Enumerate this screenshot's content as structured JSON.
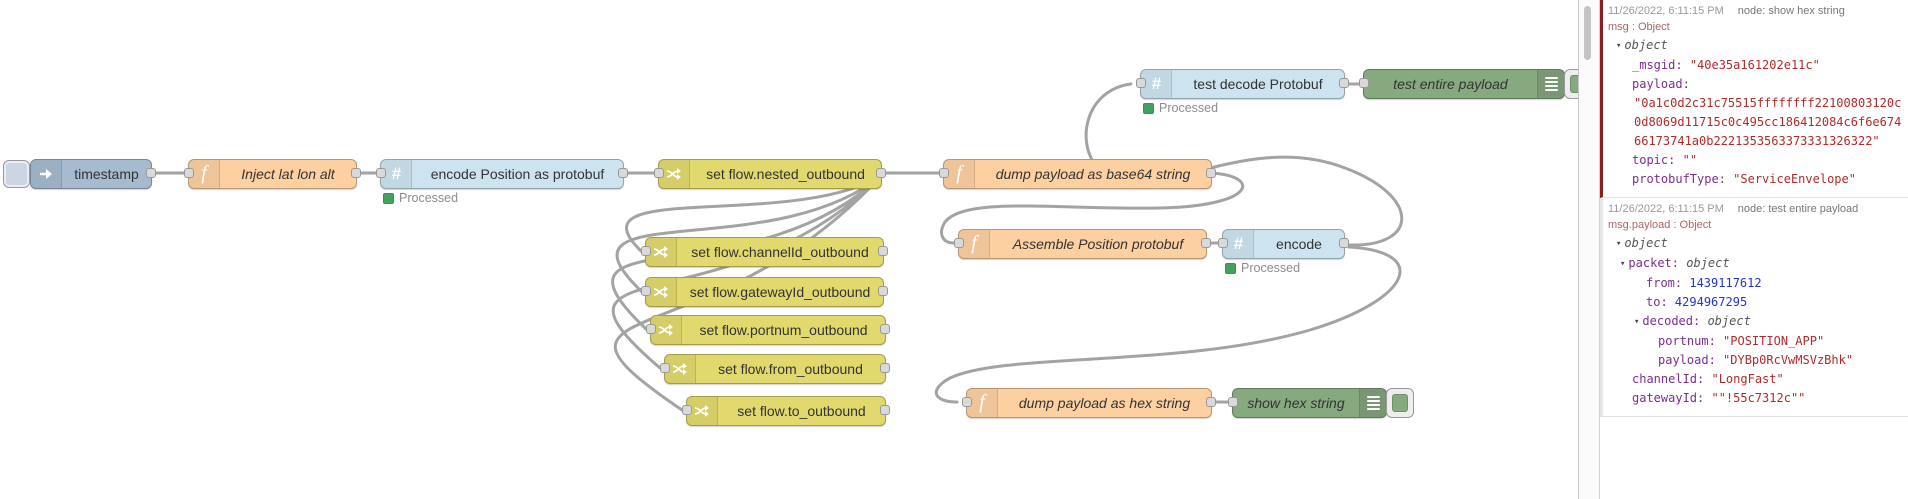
{
  "app": "Node-RED flow editor with debug sidebar",
  "palette_colors": {
    "inject": "#a6bbcf",
    "function": "#fdd0a2",
    "protobuf": "#cde4f0",
    "change": "#e2d96e",
    "debug": "#87a980",
    "status_green": "#44a05f",
    "wire": "#a3a3a3",
    "debug_key": "#792e90",
    "debug_string": "#b72828",
    "debug_number": "#2033d6"
  },
  "canvas": {
    "nodes": [
      {
        "label": "timestamp",
        "type": "inject",
        "icon": "inject-arrow-icon"
      },
      {
        "label": "Inject lat lon alt",
        "type": "function",
        "icon": "function-icon"
      },
      {
        "label": "encode Position as protobuf",
        "type": "protobuf",
        "icon": "hash-icon",
        "status": "Processed"
      },
      {
        "label": "set flow.nested_outbound",
        "type": "change",
        "icon": "shuffle-icon"
      },
      {
        "label": "dump payload as base64 string",
        "type": "function",
        "icon": "function-icon"
      },
      {
        "label": "test decode Protobuf",
        "type": "protobuf",
        "icon": "hash-icon",
        "status": "Processed"
      },
      {
        "label": "test entire payload",
        "type": "debug",
        "icon": "list-icon"
      },
      {
        "label": "Assemble Position protobuf",
        "type": "function",
        "icon": "function-icon"
      },
      {
        "label": "encode",
        "type": "protobuf",
        "icon": "hash-icon",
        "status": "Processed"
      },
      {
        "label": "set flow.channelId_outbound",
        "type": "change",
        "icon": "shuffle-icon"
      },
      {
        "label": "set flow.gatewayId_outbound",
        "type": "change",
        "icon": "shuffle-icon"
      },
      {
        "label": "set flow.portnum_outbound",
        "type": "change",
        "icon": "shuffle-icon"
      },
      {
        "label": "set flow.from_outbound",
        "type": "change",
        "icon": "shuffle-icon"
      },
      {
        "label": "set flow.to_outbound",
        "type": "change",
        "icon": "shuffle-icon"
      },
      {
        "label": "dump payload as hex string",
        "type": "function",
        "icon": "function-icon"
      },
      {
        "label": "show hex string",
        "type": "debug",
        "icon": "list-icon"
      }
    ]
  },
  "debug_panel": {
    "messages": [
      {
        "time": "11/26/2022, 6:11:15 PM",
        "source": "node: show hex string",
        "path": "msg : Object",
        "rows": [
          {
            "expander": "▾",
            "object": "object"
          },
          {
            "key": "_msgid:",
            "string": "\"40e35a161202e11c\""
          },
          {
            "key": "payload:"
          },
          {
            "string": "\"0a1c0d2c31c75515ffffffff22100803120c"
          },
          {
            "string": "0d8069d11715c0c495cc186412084c6f6e674"
          },
          {
            "string": "66173741a0b2221353563373331326322\""
          },
          {
            "key": "topic:",
            "string": "\"\""
          },
          {
            "key": "protobufType:",
            "string": "\"ServiceEnvelope\""
          }
        ]
      },
      {
        "time": "11/26/2022, 6:11:15 PM",
        "source": "node: test entire payload",
        "path": "msg.payload : Object",
        "rows": [
          {
            "expander": "▾",
            "object": "object"
          },
          {
            "expander": "▾",
            "key": "packet:",
            "object": "object"
          },
          {
            "key": "from:",
            "number": "1439117612"
          },
          {
            "key": "to:",
            "number": "4294967295"
          },
          {
            "expander": "▾",
            "key": "decoded:",
            "object": "object"
          },
          {
            "key": "portnum:",
            "string": "\"POSITION_APP\""
          },
          {
            "key": "payload:",
            "string": "\"DYBp0RcVwMSVzBhk\""
          },
          {
            "key": "channelId:",
            "string": "\"LongFast\""
          },
          {
            "key": "gatewayId:",
            "string": "\"\"!55c7312c\"\""
          }
        ]
      }
    ]
  }
}
